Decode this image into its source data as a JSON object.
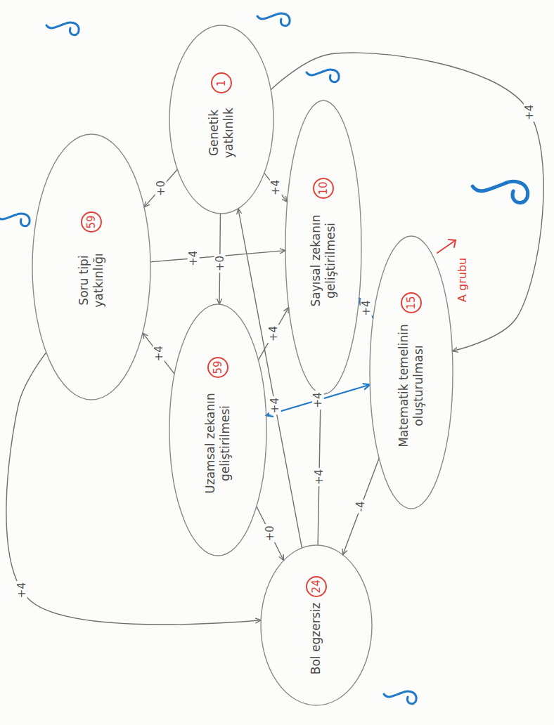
{
  "diagram": {
    "nodes": [
      {
        "text": [
          "Genetik yatkınlık",
          "1"
        ]
      },
      {
        "text": [
          "Soru tipi yatkınlığı",
          "59"
        ]
      },
      {
        "text": [
          "Uzamsal zekanın geliştirilmesi",
          "59"
        ]
      },
      {
        "text": [
          "Sayısal zekanın geliştirilmesi",
          "10"
        ]
      },
      {
        "text": [
          "Matematik temelinin oluşturulması",
          "15"
        ]
      },
      {
        "text": [
          "Bol egzersiz",
          "24"
        ]
      }
    ],
    "edges": [
      {
        "from": 0,
        "to": 1,
        "label": "+0",
        "arrow": "to"
      },
      {
        "from": 0,
        "to": 2,
        "label": "+0",
        "arrow": "to"
      },
      {
        "from": 0,
        "to": 3,
        "label": "+4",
        "arrow": "to"
      },
      {
        "from": 0,
        "to": 4,
        "label": "+4",
        "arrow": "to"
      },
      {
        "from": 1,
        "to": 3,
        "label": "+4",
        "arrow": "to"
      },
      {
        "from": 2,
        "to": 1,
        "label": "+4",
        "arrow": "to"
      },
      {
        "from": 2,
        "to": 3,
        "label": "+4",
        "arrow": "to"
      },
      {
        "from": 2,
        "to": 4,
        "label": "+4",
        "arrow": "both"
      },
      {
        "from": 2,
        "to": 5,
        "label": "+0",
        "arrow": "to"
      },
      {
        "from": 5,
        "to": 0,
        "label": "+4",
        "arrow": "to"
      },
      {
        "from": 5,
        "to": 3,
        "label": "+4",
        "arrow": "to"
      },
      {
        "from": 4,
        "to": 5,
        "label": "-4",
        "arrow": "to"
      },
      {
        "from": 4,
        "to": 3,
        "label": "+4",
        "arrow": "to"
      },
      {
        "from": 1,
        "to": 5,
        "label": "+4",
        "arrow": "to"
      }
    ],
    "labels": [
      "A grubu"
    ]
  }
}
